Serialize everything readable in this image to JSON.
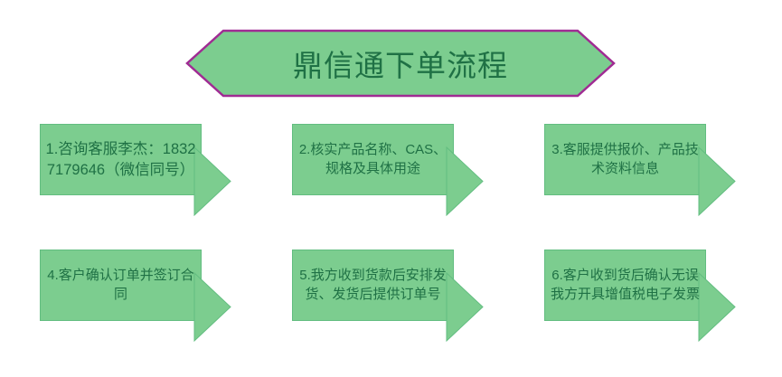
{
  "title": {
    "text": "鼎信通下单流程"
  },
  "steps": [
    {
      "text": "1.咨询客服李杰：18327179646（微信同号）"
    },
    {
      "text": "2.核实产品名称、CAS、规格及具体用途"
    },
    {
      "text": "3.客服提供报价、产品技术资料信息"
    },
    {
      "text": "4.客户确认订单并签订合同"
    },
    {
      "text": "5.我方收到货款后安排发货、发货后提供订单号"
    },
    {
      "text": "6.客户收到货后确认无误我方开具增值税电子发票"
    }
  ],
  "colors": {
    "shape_fill": "#7ccd8f",
    "shape_stroke": "#62bd80",
    "title_border": "#a02b93",
    "text": "#1f7145",
    "background": "#ffffff"
  }
}
